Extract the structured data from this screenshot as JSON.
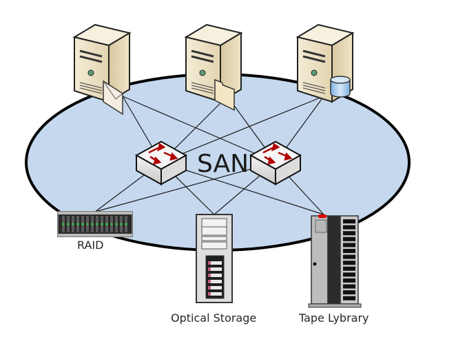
{
  "diagram": {
    "title": "SAN",
    "network_label": "SAN",
    "colors": {
      "san_fill": "#c5d8ee",
      "san_stroke": "#000000",
      "link": "#1a1a1a",
      "server_body": "#e8dcc0",
      "switch_arrow": "#b00000",
      "raid_led": "#2ecc40",
      "tape_indicator": "#e00000",
      "database": "#9cc3e6"
    },
    "servers": [
      {
        "id": "server-mail",
        "role": "Mail server",
        "badge": "envelope-icon"
      },
      {
        "id": "server-file",
        "role": "File server",
        "badge": "folder-icon"
      },
      {
        "id": "server-db",
        "role": "Database server",
        "badge": "database-icon"
      }
    ],
    "switches": [
      {
        "id": "switch-left",
        "role": "SAN switch"
      },
      {
        "id": "switch-right",
        "role": "SAN switch"
      }
    ],
    "storage": [
      {
        "id": "raid",
        "label": "RAID"
      },
      {
        "id": "optical",
        "label": "Optical Storage"
      },
      {
        "id": "tape",
        "label": "Tape Lybrary"
      }
    ],
    "links": [
      [
        "server-mail",
        "switch-left"
      ],
      [
        "server-mail",
        "switch-right"
      ],
      [
        "server-file",
        "switch-left"
      ],
      [
        "server-file",
        "switch-right"
      ],
      [
        "server-db",
        "switch-left"
      ],
      [
        "server-db",
        "switch-right"
      ],
      [
        "switch-left",
        "raid"
      ],
      [
        "switch-left",
        "optical"
      ],
      [
        "switch-left",
        "tape"
      ],
      [
        "switch-right",
        "raid"
      ],
      [
        "switch-right",
        "optical"
      ],
      [
        "switch-right",
        "tape"
      ]
    ]
  }
}
